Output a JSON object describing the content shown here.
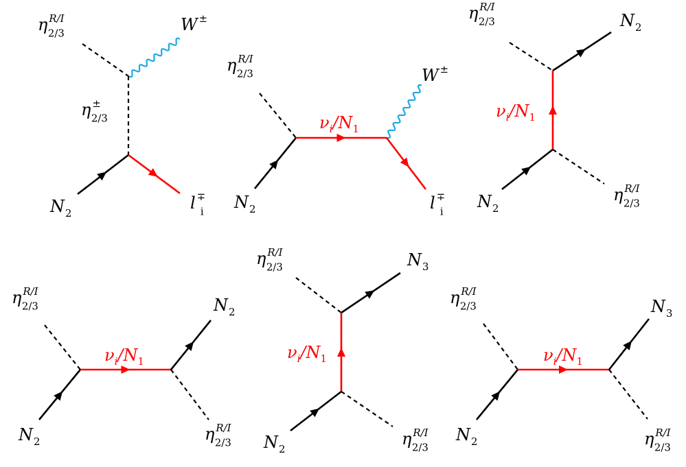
{
  "colors": {
    "fermion": "#000000",
    "internal": "#ff0000",
    "gauge": "#1fa9e1",
    "scalar": "#000000"
  },
  "labels": {
    "eta": "η",
    "eta_sub": "2/3",
    "eta_sup_ri": "R/I",
    "eta_sup_pm": "±",
    "W": "W",
    "W_sup": "±",
    "N": "N",
    "N1_sub": "1",
    "N2_sub": "2",
    "N3_sub": "3",
    "l": "l",
    "l_sub": "i",
    "l_sup": "∓",
    "nu": "ν",
    "nu_sub": "i",
    "slash": "/"
  },
  "diagrams": [
    {
      "id": "d1",
      "external": [
        "η^{R/I}_{2/3}",
        "W^{±}",
        "N_2",
        "l_i^{∓}"
      ],
      "internal": "η^{±}_{2/3}"
    },
    {
      "id": "d2",
      "external": [
        "η^{R/I}_{2/3}",
        "W^{±}",
        "N_2",
        "l_i^{∓}"
      ],
      "internal": "ν_i/N_1"
    },
    {
      "id": "d3",
      "external": [
        "η^{R/I}_{2/3}",
        "N_2",
        "N_2",
        "η^{R/I}_{2/3}"
      ],
      "internal": "ν_i/N_1"
    },
    {
      "id": "d4",
      "external": [
        "η^{R/I}_{2/3}",
        "N_2",
        "N_2",
        "η^{R/I}_{2/3}"
      ],
      "internal": "ν_i/N_1"
    },
    {
      "id": "d5",
      "external": [
        "η^{R/I}_{2/3}",
        "N_3",
        "N_2",
        "η^{R/I}_{2/3}"
      ],
      "internal": "ν_i/N_1"
    },
    {
      "id": "d6",
      "external": [
        "η^{R/I}_{2/3}",
        "N_3",
        "N_2",
        "η^{R/I}_{2/3}"
      ],
      "internal": "ν_i/N_1"
    }
  ]
}
